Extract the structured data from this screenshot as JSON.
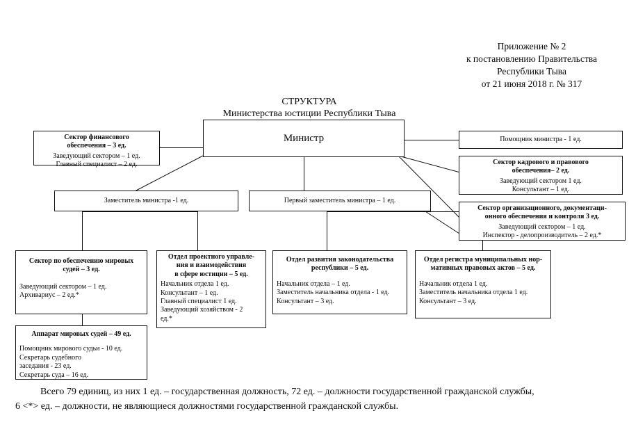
{
  "header": {
    "lines": [
      "Приложение № 2",
      "к постановлению Правительства",
      "Республики Тыва",
      "от 21 июня 2018 г. № 317"
    ]
  },
  "title": {
    "line1": "СТРУКТУРА",
    "line2": "Министерства юстиции Республики Тыва"
  },
  "boxes": {
    "minister": {
      "label": "Министр"
    },
    "finance": {
      "head1": "Сектор финансового",
      "head2": "обеспечения  – 3 ед.",
      "rows": [
        "Заведующий сектором – 1 ед.",
        "Главный специалист –    2 ед."
      ]
    },
    "assistant": {
      "label": "Помощник министра - 1 ед."
    },
    "hr": {
      "head1": "Сектор кадрового и правового",
      "head2": "обеспечения– 2 ед.",
      "rows": [
        "Заведующий сектором   1 ед.",
        "Консультант  – 1 ед."
      ]
    },
    "orgdoc": {
      "head1": "Сектор организационного, документаци-",
      "head2": "онного обеспечения и контроля  3 ед.",
      "rows": [
        "Заведующий сектором – 1 ед.",
        "Инспектор -  делопроизводитель – 2 ед.*"
      ]
    },
    "deputy": {
      "label": "Заместитель министра -1 ед."
    },
    "first_deputy": {
      "label": "Первый заместитель министра – 1 ед."
    },
    "magistrates": {
      "head1": "Сектор по обеспечению мировых",
      "head2": "судей – 3 ед.",
      "rows": [
        "Заведующий сектором – 1 ед.",
        "Архивариус – 2 ед.*"
      ]
    },
    "project": {
      "head1": "Отдел проектного управле-",
      "head2": "ния и взаимодействия",
      "head3": "в сфере юстиции – 5 ед.",
      "rows": [
        "Начальник отдела    1 ед.",
        "Консультант – 1 ед.",
        "Главный специалист    1 ед.",
        "Заведующий хозяйством - 2",
        "ед.*"
      ]
    },
    "legislation": {
      "head1": "Отдел развития законодательства",
      "head2": "республики – 5 ед.",
      "rows": [
        "Начальник отдела – 1 ед.",
        "Заместитель начальника отдела - 1 ед.",
        "Консультант – 3 ед."
      ]
    },
    "registry": {
      "head1": "Отдел регистра муниципальных нор-",
      "head2": "мативных правовых актов – 5  ед.",
      "rows": [
        "Начальник отдела    1 ед.",
        "Заместитель начальника отдела    1 ед.",
        "Консультант – 3 ед."
      ]
    },
    "apparatus": {
      "head1": "Аппарат мировых судей – 49 ед.",
      "rows": [
        "Помощник мирового судьи - 10 ед.",
        "Секретарь судебного",
        "заседания  - 23 ед.",
        "Секретарь суда – 16 ед."
      ]
    }
  },
  "footer": {
    "line1": "Всего 79 единиц, из них 1 ед. – государственная должность, 72 ед. – должности государственной гражданской службы,",
    "line2": "6 <*> ед. – должности, не являющиеся должностями государственной гражданской службы."
  }
}
